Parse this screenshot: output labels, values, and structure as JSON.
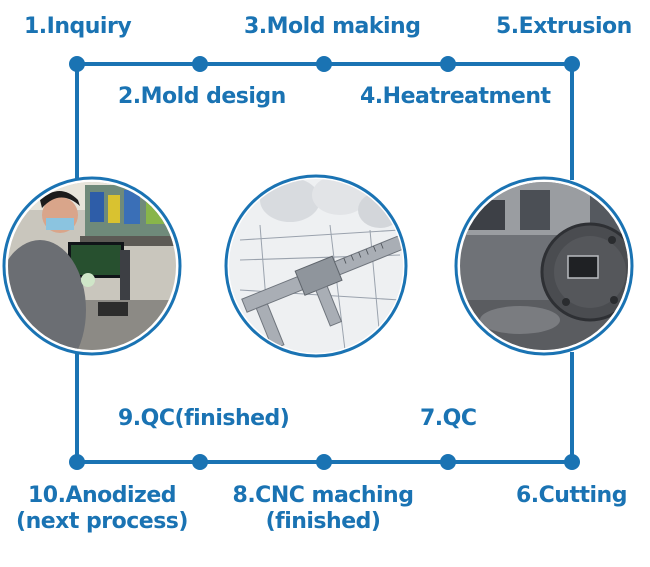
{
  "colors": {
    "accent": "#1a73b3",
    "background": "#ffffff"
  },
  "steps": {
    "s1": {
      "label": "1.Inquiry"
    },
    "s2": {
      "label": "2.Mold design"
    },
    "s3": {
      "label": "3.Mold making"
    },
    "s4": {
      "label": "4.Heatreatment"
    },
    "s5": {
      "label": "5.Extrusion"
    },
    "s6": {
      "label": "6.Cutting"
    },
    "s7": {
      "label": "7.QC"
    },
    "s8": {
      "line1": "8.CNC maching",
      "line2": "(finished)"
    },
    "s9": {
      "label": "9.QC(finished)"
    },
    "s10": {
      "line1": "10.Anodized",
      "line2": "(next process)"
    }
  },
  "photos": {
    "left": {
      "icon": "technician-lab-photo"
    },
    "center": {
      "icon": "blueprint-caliper-photo"
    },
    "right": {
      "icon": "extrusion-die-photo"
    }
  }
}
